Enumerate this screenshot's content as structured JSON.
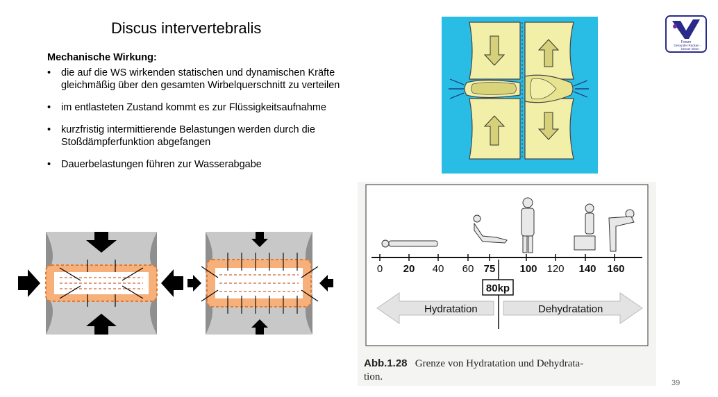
{
  "slide": {
    "title": "Discus intervertebralis",
    "subtitle": "Mechanische Wirkung:",
    "bullets": [
      "die auf die WS wirkenden statischen und dynamischen Kräfte gleichmäßig über den gesamten Wirbelquerschnitt zu verteilen",
      "im entlasteten Zustand kommt es zur Flüssigkeitsaufnahme",
      "kurzfristig intermittierende Belastungen werden durch die Stoßdämpferfunktion abgefangen",
      "Dauerbelastungen führen zur Wasserabgabe"
    ],
    "page_number": "39"
  },
  "logo": {
    "line1": "Forum",
    "line2": "Gesunder Rücken -",
    "line3": "besser leben"
  },
  "hydration_figure": {
    "ticks": [
      "0",
      "20",
      "40",
      "60",
      "75",
      "100",
      "120",
      "140",
      "160"
    ],
    "threshold_label": "80kp",
    "left_label": "Hydratation",
    "right_label": "Dehydratation",
    "caption_number": "Abb.1.28",
    "caption_text": "Grenze von Hydratation und Dehydrata-",
    "caption_text2": "tion."
  },
  "colors": {
    "spine_bg": "#29bde6",
    "vertebra": "#f2f0a8",
    "disc_orange": "#f7b07a"
  }
}
